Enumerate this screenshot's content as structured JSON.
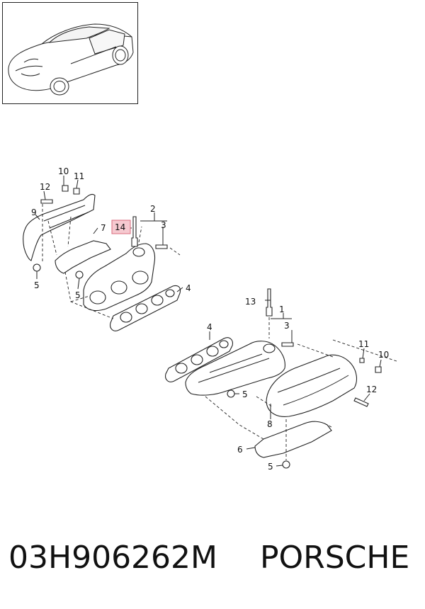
{
  "labels": {
    "l1": "1",
    "l2": "2",
    "l3a": "3",
    "l3b": "3",
    "l4a": "4",
    "l4b": "4",
    "l5a": "5",
    "l5b": "5",
    "l5c": "5",
    "l5d": "5",
    "l6": "6",
    "l7": "7",
    "l8": "8",
    "l9": "9",
    "l10a": "10",
    "l10b": "10",
    "l11a": "11",
    "l11b": "11",
    "l12a": "12",
    "l12b": "12",
    "l13": "13",
    "l14": "14"
  },
  "highlight_color": "#f6c9d0",
  "footer": {
    "part_number": "03H906262M",
    "brand": "PORSCHE"
  }
}
